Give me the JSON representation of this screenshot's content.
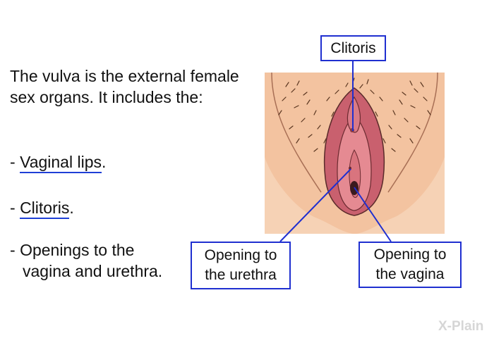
{
  "intro_text": "The vulva is the external female sex organs. It includes the:",
  "bullets": [
    {
      "dash": "- ",
      "term": "Vaginal lips",
      "suffix": "."
    },
    {
      "dash": "- ",
      "term": "Clitoris",
      "suffix": "."
    },
    {
      "dash": "- ",
      "line1": "Openings to the",
      "line2": "vagina and urethra."
    }
  ],
  "callouts": {
    "clitoris": "Clitoris",
    "urethra_line1": "Opening to",
    "urethra_line2": "the urethra",
    "vagina_line1": "Opening to",
    "vagina_line2": "the vagina"
  },
  "colors": {
    "callout_border": "#1f2fd0",
    "underline": "#1f3fd6",
    "skin": "#f3c3a0",
    "labia": "#b8505e"
  },
  "logo_text": "X-Plain"
}
